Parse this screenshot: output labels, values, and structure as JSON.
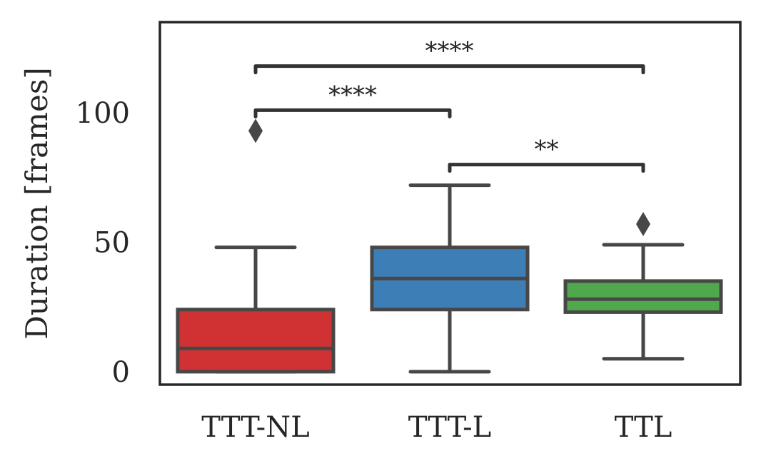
{
  "chart_data": {
    "type": "box",
    "title": "",
    "xlabel": "",
    "ylabel": "Duration [frames]",
    "ylim": [
      -5,
      135
    ],
    "yticks": [
      0,
      50,
      100
    ],
    "grid": false,
    "categories": [
      "TTT-NL",
      "TTT-L",
      "TTL"
    ],
    "boxes": [
      {
        "category": "TTT-NL",
        "color": "#d03233",
        "whisker_low": 0,
        "q1": 0,
        "median": 9,
        "q3": 24,
        "whisker_high": 48,
        "outliers": [
          93
        ]
      },
      {
        "category": "TTT-L",
        "color": "#3e7eb7",
        "whisker_low": 0,
        "q1": 24,
        "median": 36,
        "q3": 48,
        "whisker_high": 72,
        "outliers": []
      },
      {
        "category": "TTL",
        "color": "#4fa94c",
        "whisker_low": 5,
        "q1": 23,
        "median": 28,
        "q3": 35,
        "whisker_high": 49,
        "outliers": [
          57
        ]
      }
    ],
    "significance": [
      {
        "from": "TTT-NL",
        "to": "TTT-L",
        "label": "****",
        "y": 101
      },
      {
        "from": "TTT-NL",
        "to": "TTL",
        "label": "****",
        "y": 118
      },
      {
        "from": "TTT-L",
        "to": "TTL",
        "label": "**",
        "y": 80
      }
    ]
  }
}
